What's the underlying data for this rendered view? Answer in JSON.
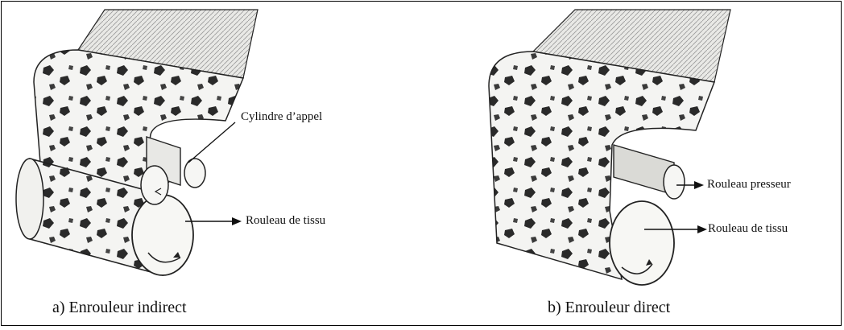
{
  "figure_a": {
    "caption": "a) Enrouleur indirect",
    "label_cylinder": "Cylindre  d’appel",
    "label_roll": "Rouleau   de tissu"
  },
  "figure_b": {
    "caption": "b) Enrouleur direct",
    "label_presser": "Rouleau   presseur",
    "label_roll": "Rouleau  de tissu"
  }
}
